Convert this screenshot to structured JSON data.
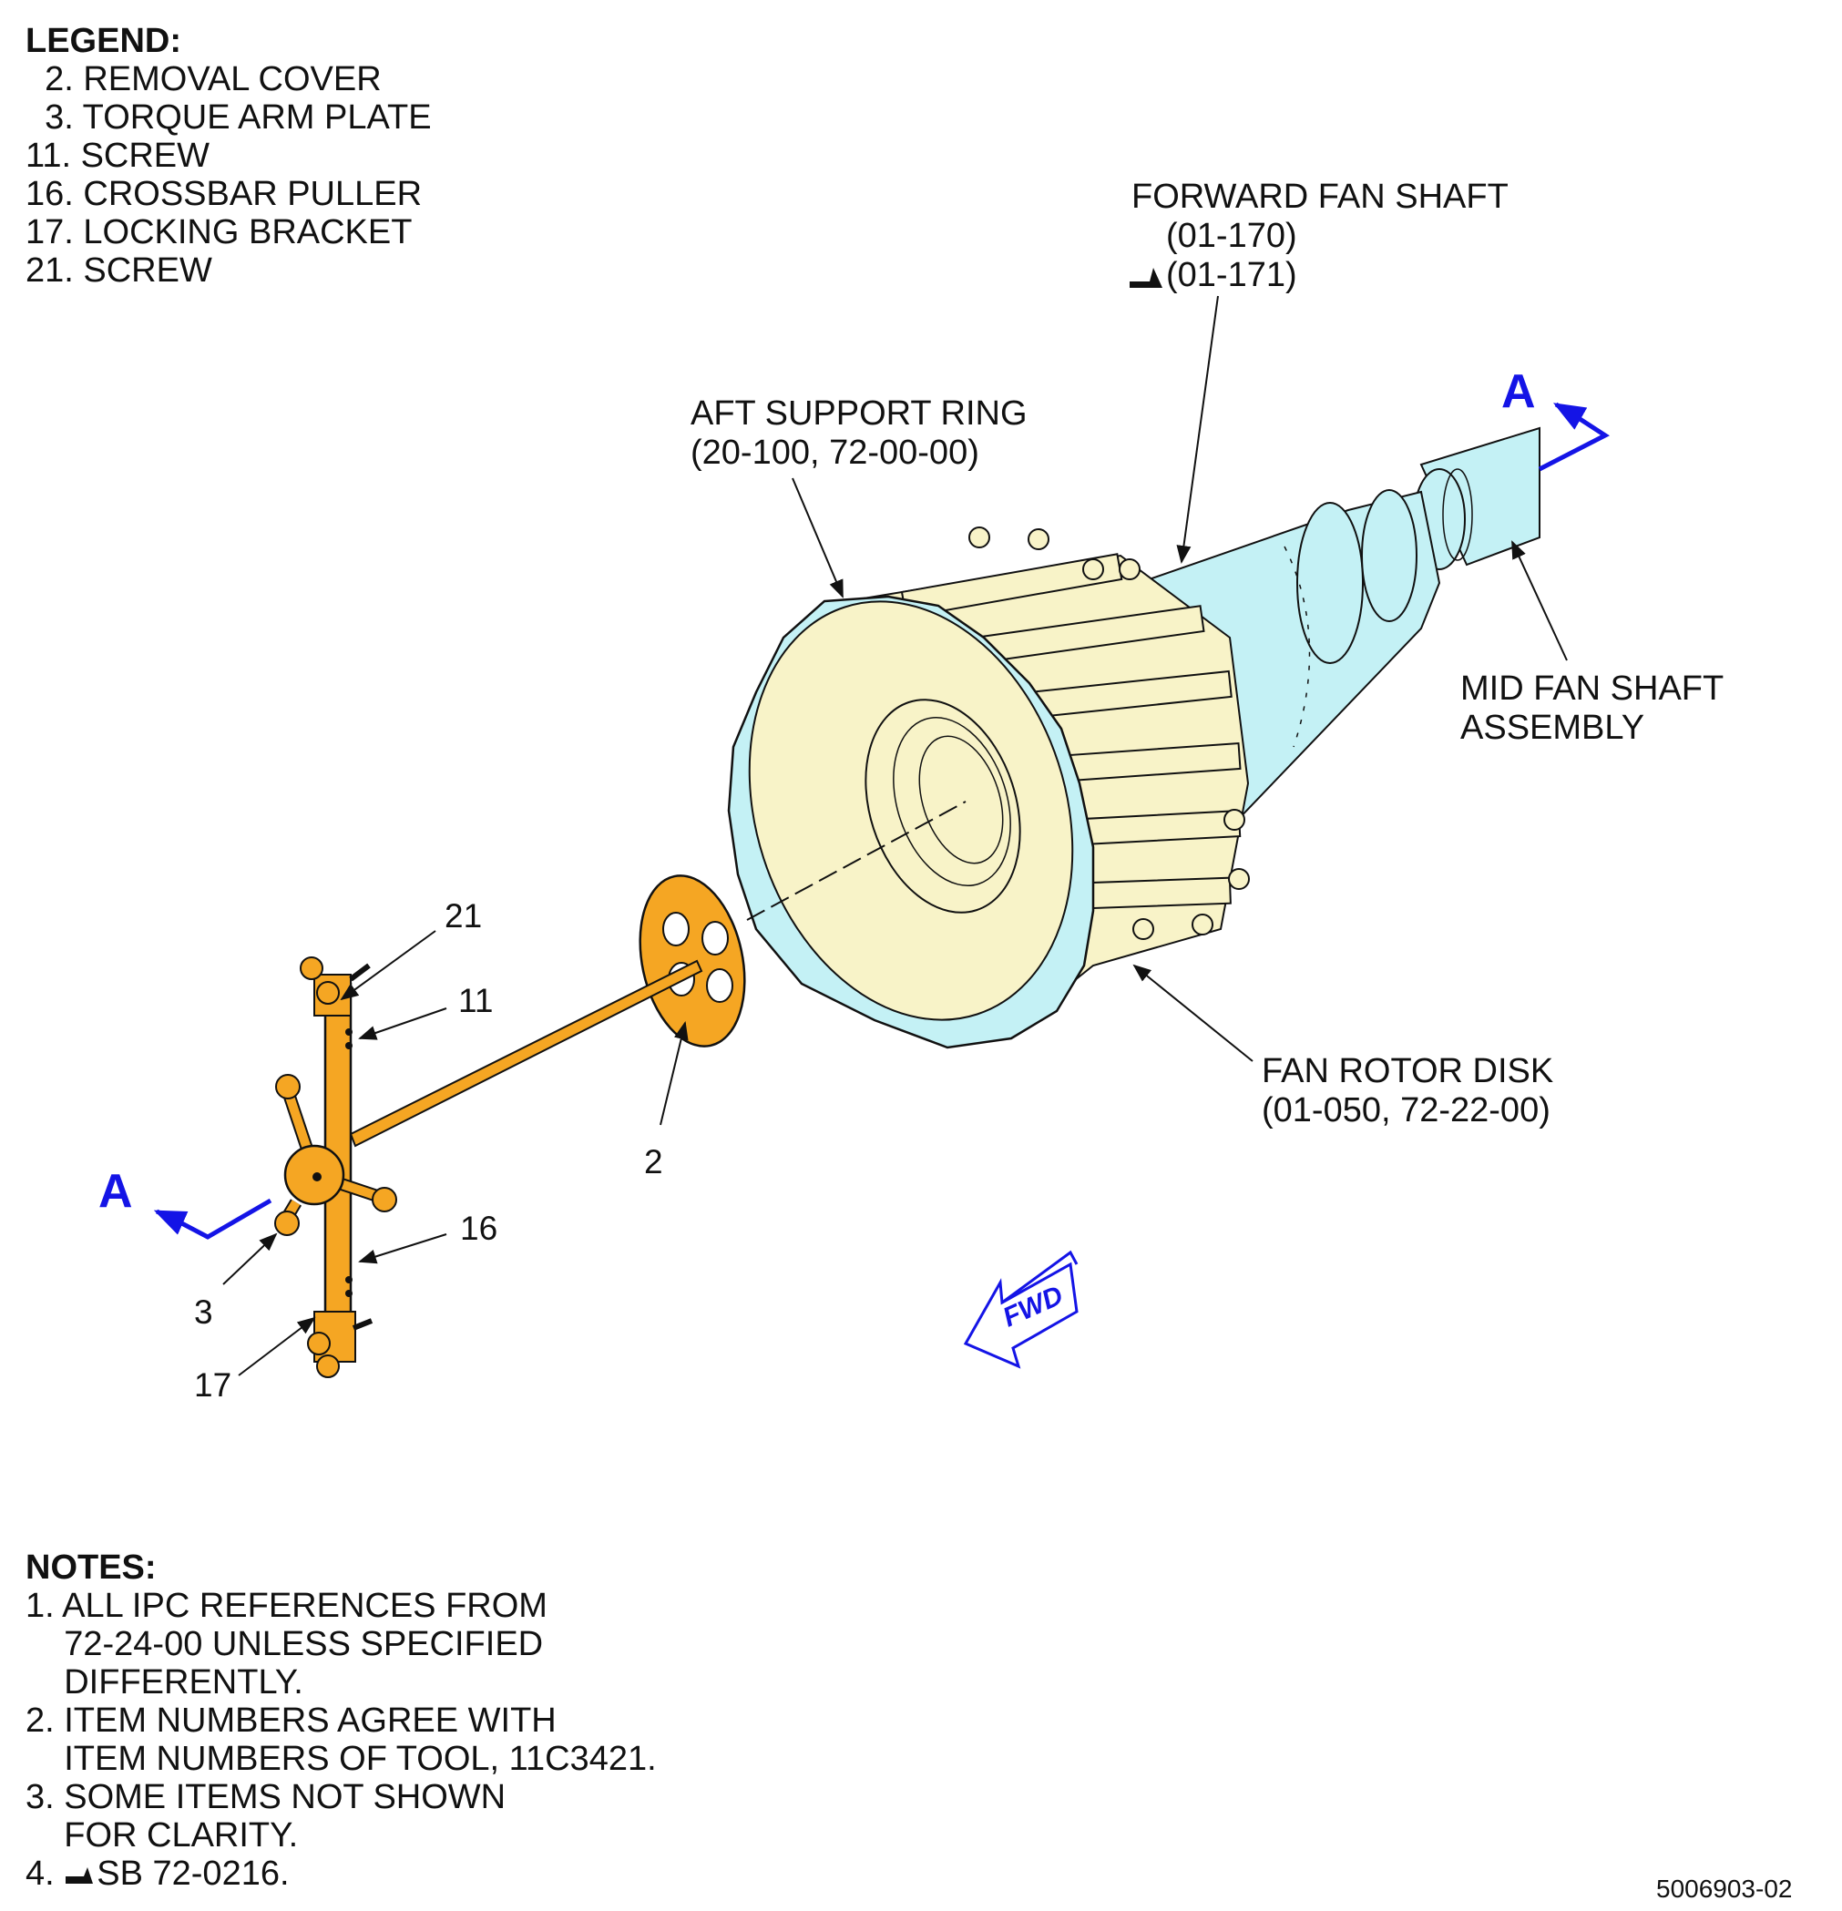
{
  "legend": {
    "title": "LEGEND:",
    "items": [
      "  2. REMOVAL COVER",
      "  3. TORQUE ARM PLATE",
      "11. SCREW",
      "16. CROSSBAR PULLER",
      "17. LOCKING BRACKET",
      "21. SCREW"
    ]
  },
  "callouts": {
    "forward_fan_shaft": {
      "title": "FORWARD FAN SHAFT",
      "ref1": "(01-170)",
      "ref2": "(01-171)"
    },
    "aft_support_ring": {
      "title": "AFT SUPPORT RING",
      "ref": "(20-100, 72-00-00)"
    },
    "mid_fan_shaft": {
      "line1": "MID FAN SHAFT",
      "line2": "ASSEMBLY"
    },
    "fan_rotor_disk": {
      "title": "FAN ROTOR DISK",
      "ref": "(01-050, 72-22-00)"
    }
  },
  "item_numbers": {
    "n21": "21",
    "n11": "11",
    "n2": "2",
    "n16": "16",
    "n3": "3",
    "n17": "17"
  },
  "section_marks": {
    "top": "A",
    "bottom": "A"
  },
  "fwd_label": "FWD",
  "notes": {
    "title": "NOTES:",
    "lines": [
      "1. ALL IPC REFERENCES FROM",
      "    72-24-00 UNLESS SPECIFIED",
      "    DIFFERENTLY.",
      "2. ITEM NUMBERS AGREE WITH",
      "    ITEM NUMBERS OF TOOL, 11C3421.",
      "3. SOME ITEMS NOT SHOWN",
      "    FOR CLARITY."
    ],
    "note4_prefix": "4.",
    "note4_text": "SB 72-0216."
  },
  "figure_id": "5006903-02",
  "colors": {
    "tool_orange": "#f5a623",
    "ring_cyan": "#c4f1f5",
    "disk_cream": "#f8f3c8",
    "section_blue": "#1414e6"
  }
}
